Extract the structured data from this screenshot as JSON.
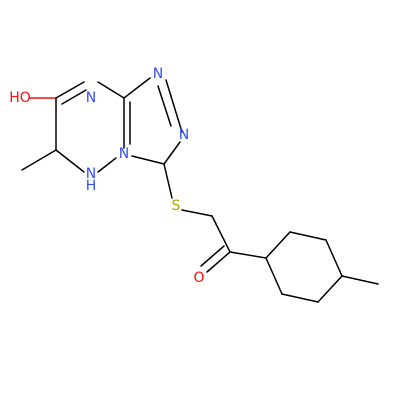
{
  "molecule": {
    "labels": {
      "hydroxyl": "HO",
      "n_ring_top": "N",
      "n_triazole_1": "N",
      "n_triazole_2": "N",
      "n_bridge": "N",
      "nh": "N",
      "nh_h": "H",
      "sulfur": "S",
      "carbonyl_o": "O"
    },
    "colors": {
      "carbon": "#000000",
      "nitrogen": "#3050F8",
      "oxygen": "#FF0D0D",
      "sulfur": "#B2A600",
      "background": "#ffffff"
    }
  }
}
